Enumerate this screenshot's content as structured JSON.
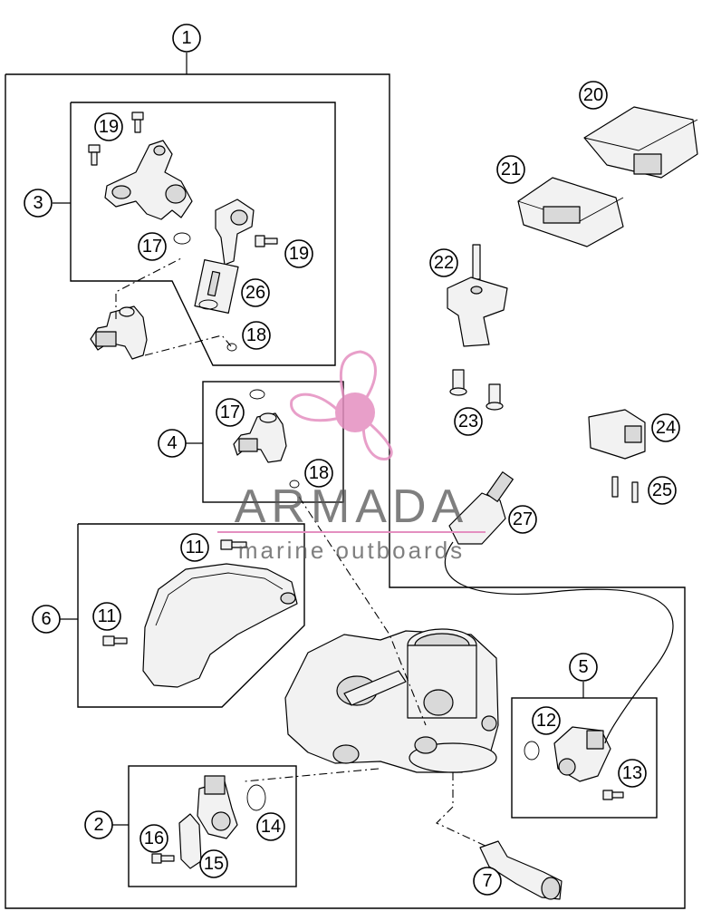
{
  "callouts": {
    "c1": "1",
    "c2": "2",
    "c3": "3",
    "c4": "4",
    "c5": "5",
    "c6": "6",
    "c7": "7",
    "c11a": "11",
    "c11b": "11",
    "c12": "12",
    "c13": "13",
    "c14": "14",
    "c15": "15",
    "c16": "16",
    "c17a": "17",
    "c17b": "17",
    "c18a": "18",
    "c18b": "18",
    "c19a": "19",
    "c19b": "19",
    "c20": "20",
    "c21": "21",
    "c22": "22",
    "c23": "23",
    "c24": "24",
    "c25": "25",
    "c26": "26",
    "c27": "27"
  },
  "watermark": {
    "brand": "ARMADA",
    "tagline": "marine outboards",
    "color": "#e48fc0"
  }
}
